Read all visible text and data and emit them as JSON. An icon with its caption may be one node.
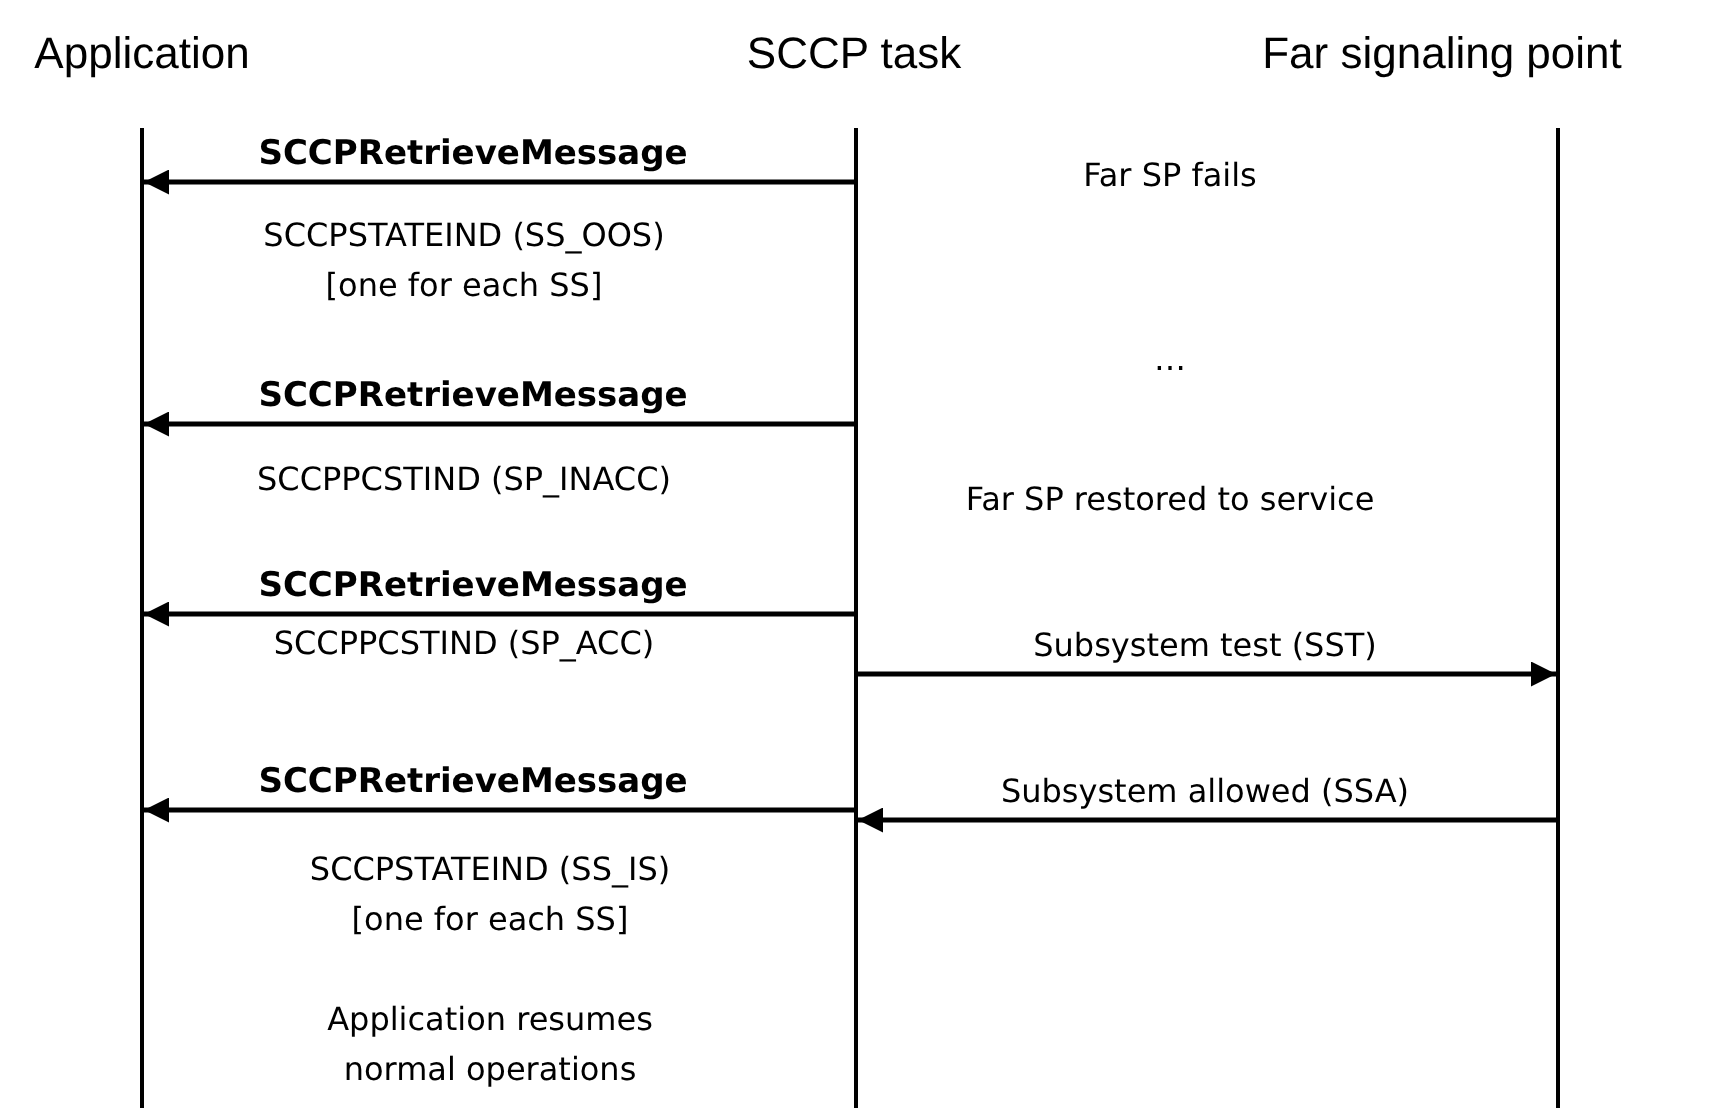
{
  "diagram": {
    "nodes": [
      {
        "text": [
          "Application"
        ]
      },
      {
        "text": [
          "SCCP task"
        ]
      },
      {
        "text": [
          "Far signaling point"
        ]
      }
    ],
    "edges": [
      {
        "from": 1,
        "to": 0,
        "arrow": "to",
        "label": "SCCPRetrieveMessage"
      },
      {
        "from": 1,
        "to": 0,
        "arrow": "to",
        "label": "SCCPRetrieveMessage"
      },
      {
        "from": 1,
        "to": 0,
        "arrow": "to",
        "label": "SCCPRetrieveMessage"
      },
      {
        "from": 1,
        "to": 2,
        "arrow": "to",
        "label": "Subsystem test (SST)"
      },
      {
        "from": 2,
        "to": 1,
        "arrow": "to",
        "label": "Subsystem allowed (SSA)"
      },
      {
        "from": 1,
        "to": 0,
        "arrow": "to",
        "label": "SCCPRetrieveMessage"
      }
    ],
    "labels": [
      "Far SP fails",
      "SCCPSTATEIND (SS_OOS)",
      "[one for each SS]",
      "…",
      "SCCPPCSTIND (SP_INACC)",
      "Far SP restored to service",
      "SCCPPCSTIND (SP_ACC)",
      "SCCPSTATEIND (SS_IS)",
      "[one for each SS]",
      "Application resumes",
      "normal operations"
    ]
  }
}
